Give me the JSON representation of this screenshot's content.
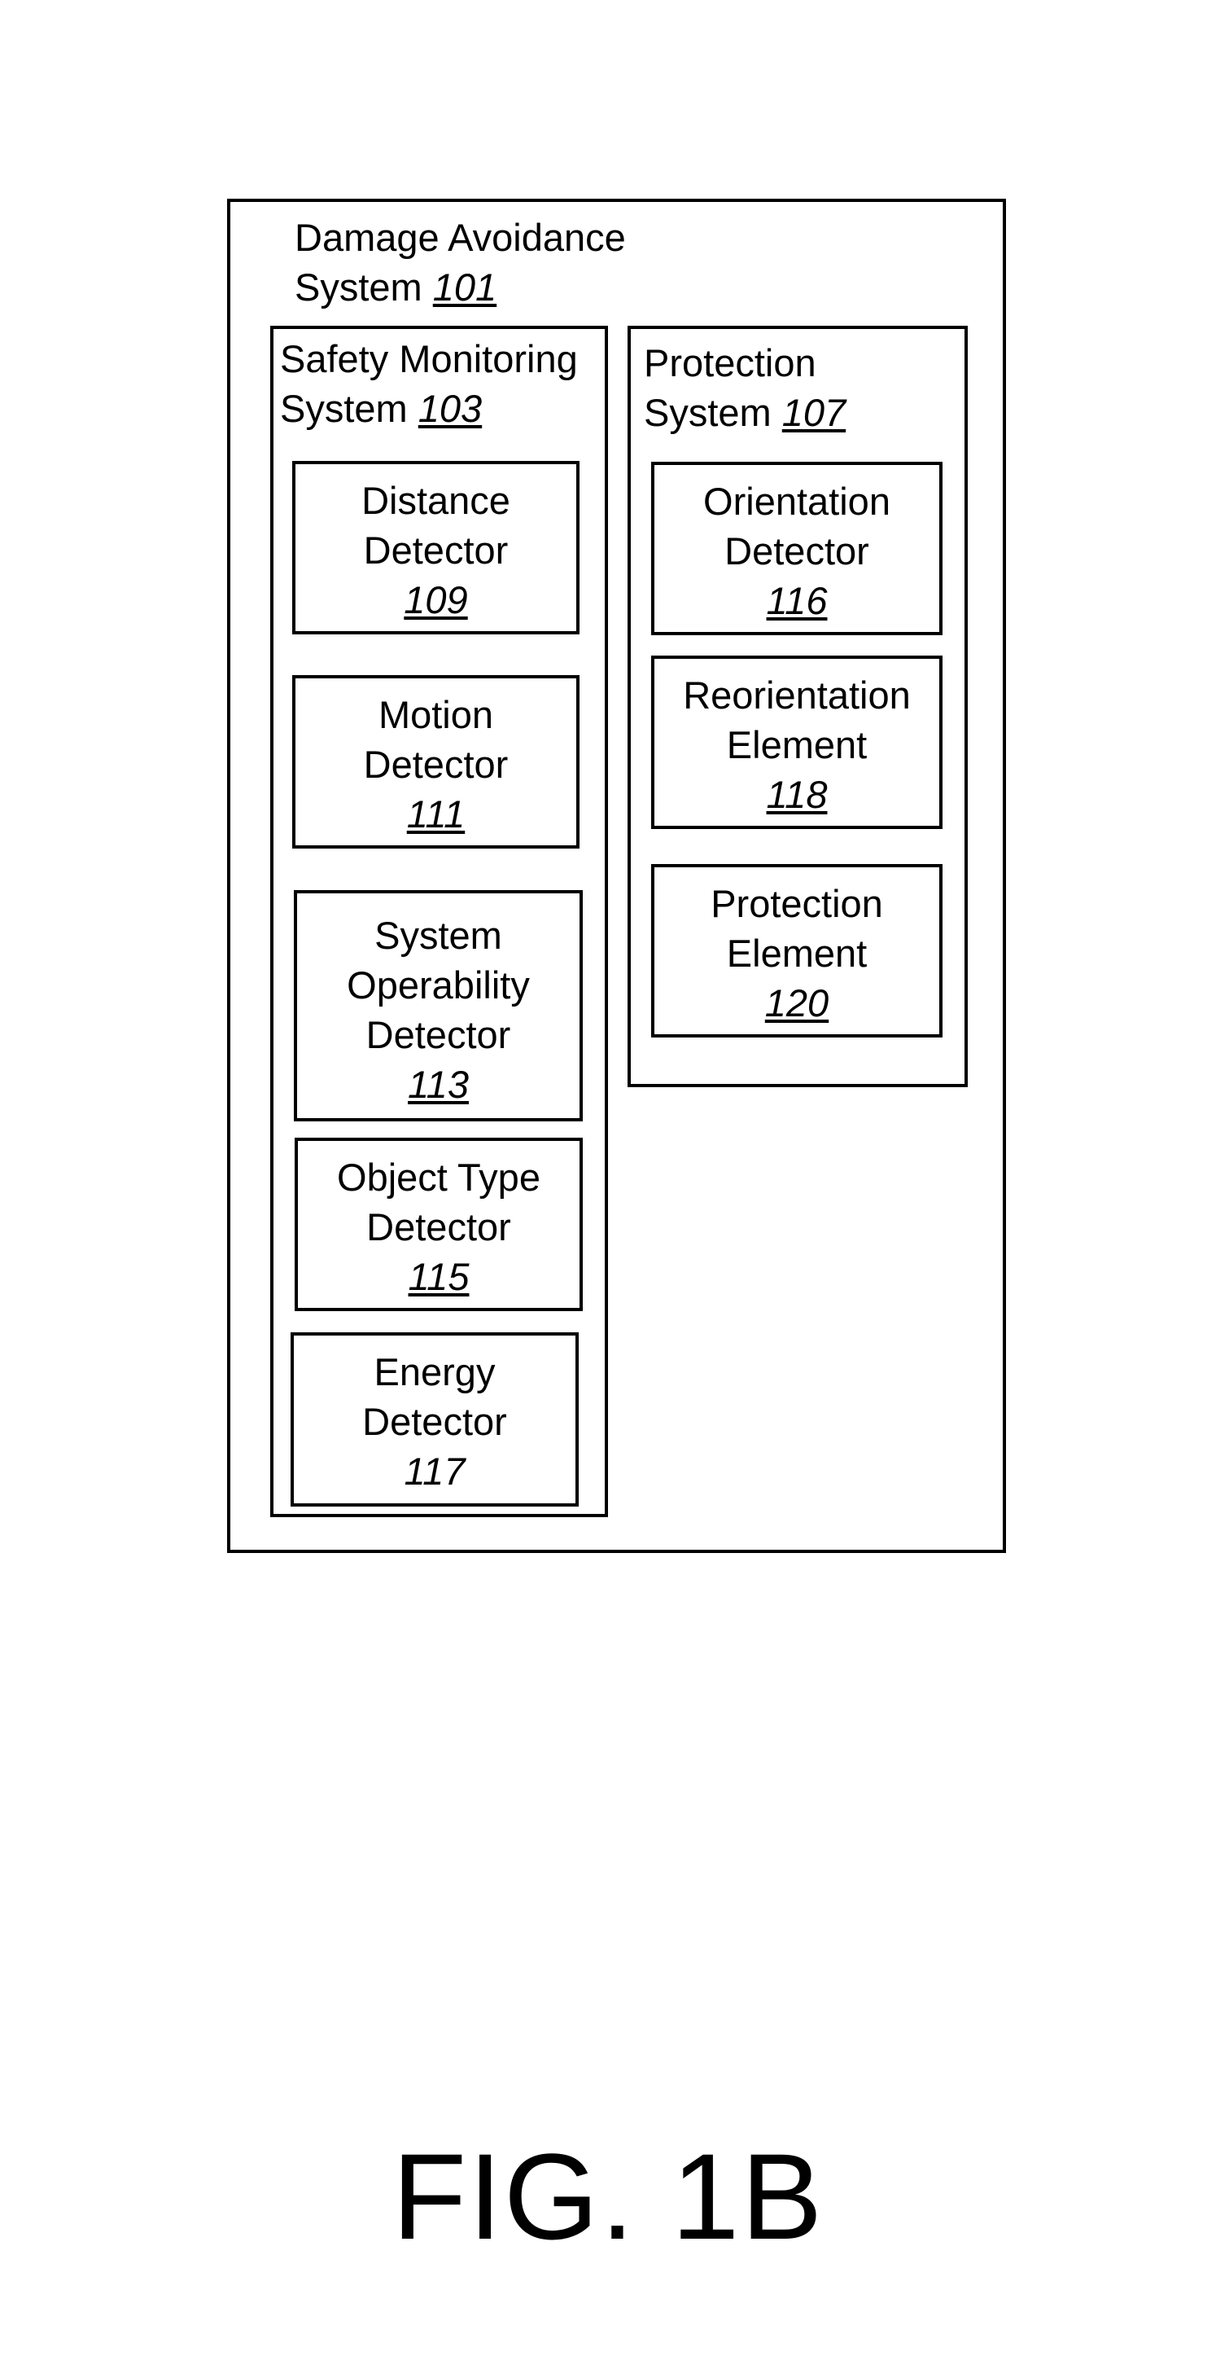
{
  "diagram": {
    "outer": {
      "line1": "Damage Avoidance",
      "line2": "System",
      "ref": "101"
    },
    "safety_monitoring": {
      "line1": "Safety Monitoring",
      "line2": "System",
      "ref": "103"
    },
    "protection_system": {
      "line1": "Protection",
      "line2": "System",
      "ref": "107"
    },
    "detectors": [
      {
        "lines": [
          "Distance",
          "Detector"
        ],
        "ref": "109"
      },
      {
        "lines": [
          "Motion",
          "Detector"
        ],
        "ref": "111"
      },
      {
        "lines": [
          "System",
          "Operability",
          "Detector"
        ],
        "ref": "113"
      },
      {
        "lines": [
          "Object Type",
          "Detector"
        ],
        "ref": "115"
      },
      {
        "lines": [
          "Energy",
          "Detector"
        ],
        "ref": "117"
      }
    ],
    "protection_elements": [
      {
        "lines": [
          "Orientation",
          "Detector"
        ],
        "ref": "116"
      },
      {
        "lines": [
          "Reorientation",
          "Element"
        ],
        "ref": "118"
      },
      {
        "lines": [
          "Protection",
          "Element"
        ],
        "ref": "120"
      }
    ]
  },
  "figure_label": "FIG. 1B"
}
